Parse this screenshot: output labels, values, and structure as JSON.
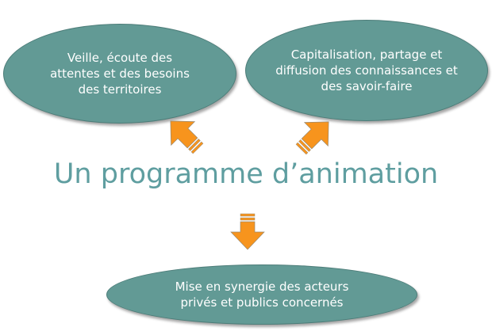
{
  "nodes": {
    "top_left": [
      "Veille, écoute des",
      "attentes et des besoins",
      "des territoires"
    ],
    "top_right": [
      "Capitalisation, partage et",
      "diffusion des connaissances et",
      "des savoir-faire"
    ],
    "bottom": [
      "Mise en synergie des acteurs",
      "privés et publics concernés"
    ]
  },
  "title": "Un programme d’animation",
  "colors": {
    "ellipse": "#629a95",
    "title": "#5f9ea0",
    "arrow": "#f7941d"
  }
}
